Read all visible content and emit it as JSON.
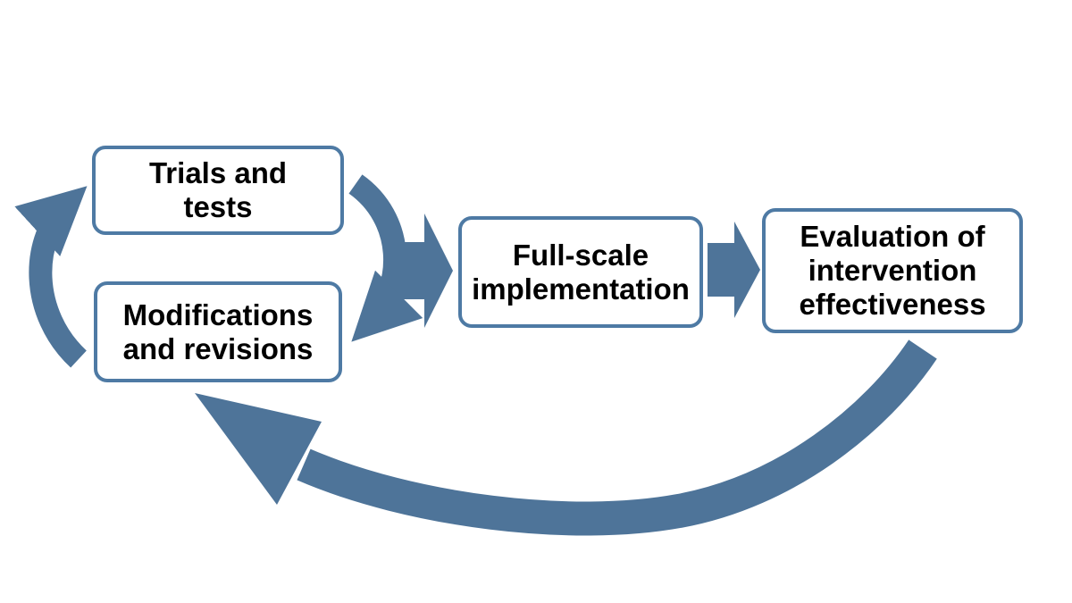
{
  "diagram": {
    "boxes": [
      {
        "id": "trials-and-tests",
        "lines": [
          "Trials and",
          "tests"
        ]
      },
      {
        "id": "modifications-and-revisions",
        "lines": [
          "Modifications",
          "and revisions"
        ]
      },
      {
        "id": "full-scale-implementation",
        "lines": [
          "Full-scale",
          "implementation"
        ]
      },
      {
        "id": "evaluation-of-intervention-effectiveness",
        "lines": [
          "Evaluation of",
          "intervention",
          "effectiveness"
        ]
      }
    ],
    "arrows": [
      {
        "name": "cycle-up-arrow",
        "from": "modifications-and-revisions",
        "to": "trials-and-tests",
        "style": "curved"
      },
      {
        "name": "cycle-down-arrow",
        "from": "trials-and-tests",
        "to": "modifications-and-revisions",
        "style": "curved"
      },
      {
        "name": "flow-arrow-1",
        "from": "trial-cycle",
        "to": "full-scale-implementation",
        "style": "block"
      },
      {
        "name": "flow-arrow-2",
        "from": "full-scale-implementation",
        "to": "evaluation-of-intervention-effectiveness",
        "style": "block"
      },
      {
        "name": "feedback-arrow",
        "from": "evaluation-of-intervention-effectiveness",
        "to": "modifications-and-revisions",
        "style": "curved"
      }
    ],
    "colors": {
      "background": "#ffffff",
      "box_fill": "#ffffff",
      "box_border": "#4e7aa4",
      "arrow": "#4e7499",
      "text": "#000000"
    }
  }
}
